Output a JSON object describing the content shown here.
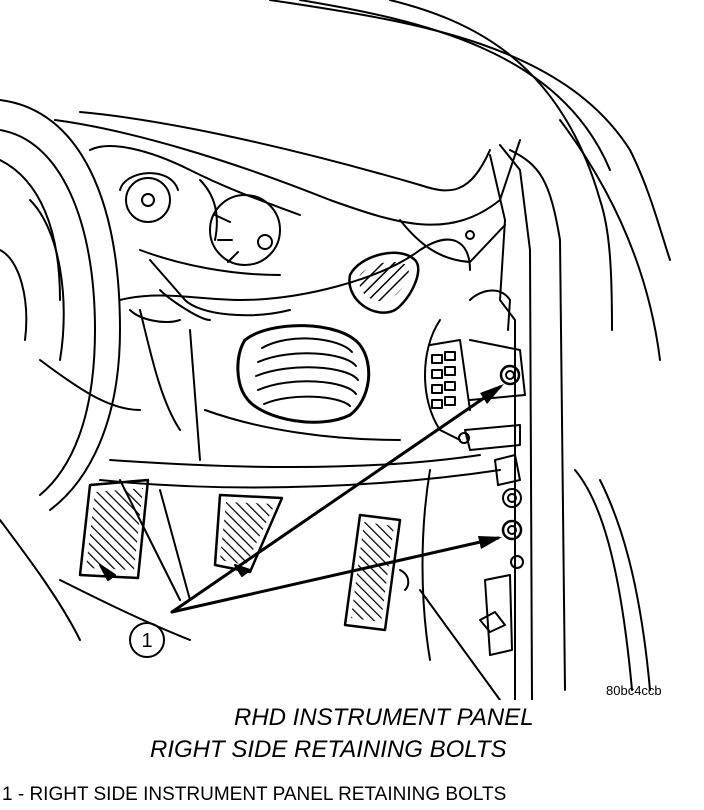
{
  "figure": {
    "reference_code": "80bc4ccb",
    "title_line1": "RHD INSTRUMENT PANEL",
    "title_line2": "RIGHT SIDE RETAINING BOLTS"
  },
  "callouts": [
    {
      "number": "1",
      "target": "right side instrument panel retaining bolts"
    }
  ],
  "legend": [
    {
      "text": "1 - RIGHT SIDE INSTRUMENT PANEL RETAINING BOLTS"
    }
  ]
}
